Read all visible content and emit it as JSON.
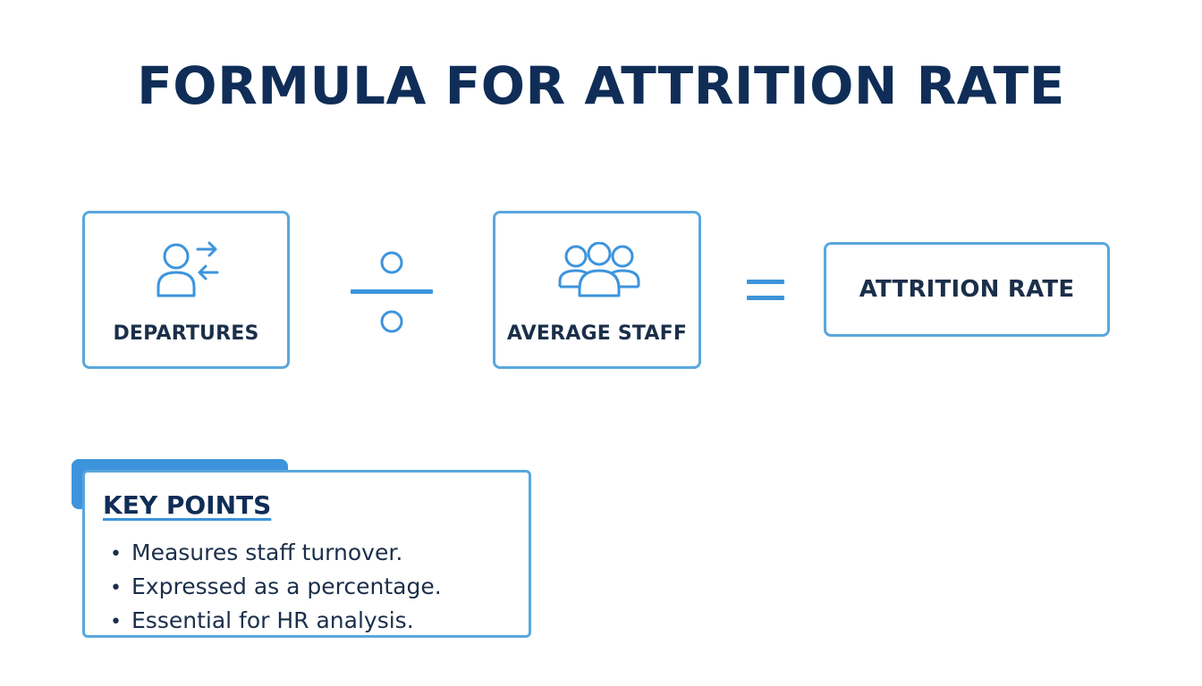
{
  "title": "FORMULA FOR ATTRITION RATE",
  "formula": {
    "numerator": {
      "label": "DEPARTURES",
      "icon": "person-arrows-icon"
    },
    "operator": "÷",
    "denominator": {
      "label": "AVERAGE STAFF",
      "icon": "group-people-icon"
    },
    "equals": "=",
    "result": {
      "label": "ATTRITION RATE"
    }
  },
  "key_points": {
    "title": "KEY POINTS",
    "bullet": "•",
    "items": [
      "Measures staff turnover.",
      "Expressed as a percentage.",
      "Essential for HR analysis."
    ]
  },
  "colors": {
    "title": "#0f2d57",
    "accent": "#3d94dc",
    "border": "#5aa7de",
    "text": "#1b2f4a"
  }
}
